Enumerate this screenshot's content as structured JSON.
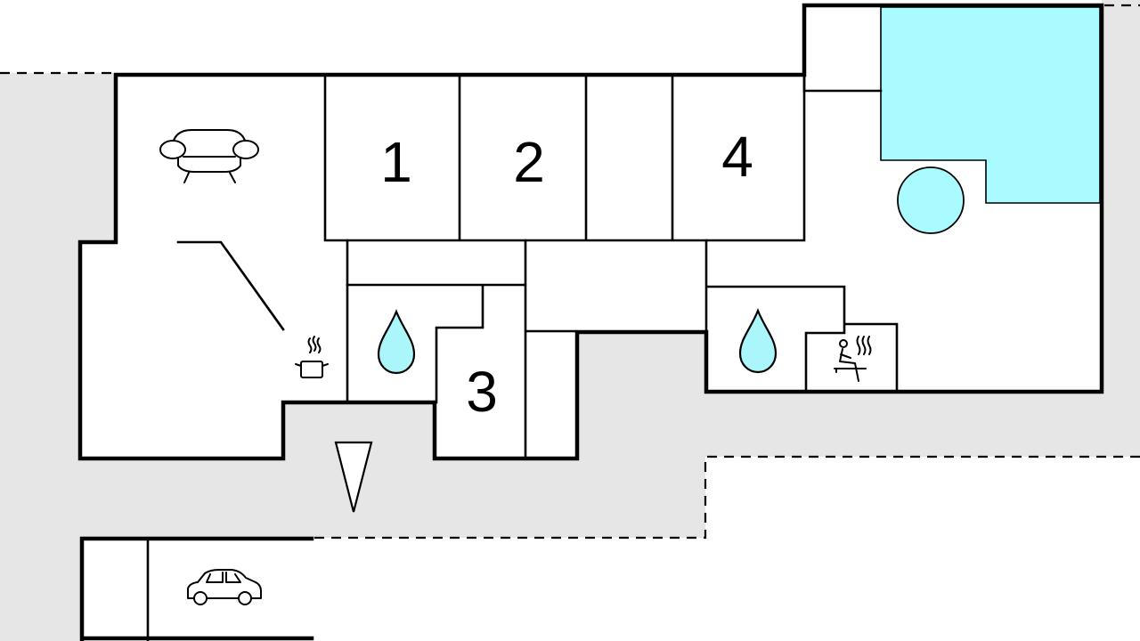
{
  "rooms": {
    "bedroom_1": {
      "label": "1"
    },
    "bedroom_2": {
      "label": "2"
    },
    "bedroom_3": {
      "label": "3"
    },
    "bedroom_4": {
      "label": "4"
    }
  },
  "icons": {
    "living_room": "sofa-icon",
    "kitchen": "cooking-pot-icon",
    "bathroom_a": "water-drop-icon",
    "bathroom_b": "water-drop-icon",
    "sauna": "sauna-icon",
    "entrance": "entrance-arrow-icon",
    "garage": "car-icon",
    "pool": "swimming-pool",
    "whirlpool": "whirlpool-icon"
  },
  "colors": {
    "outdoor": "#e6e6e6",
    "pool": "#aafbff",
    "water_drop": "#aaf6fb",
    "wall": "#000000",
    "floor": "#ffffff"
  }
}
